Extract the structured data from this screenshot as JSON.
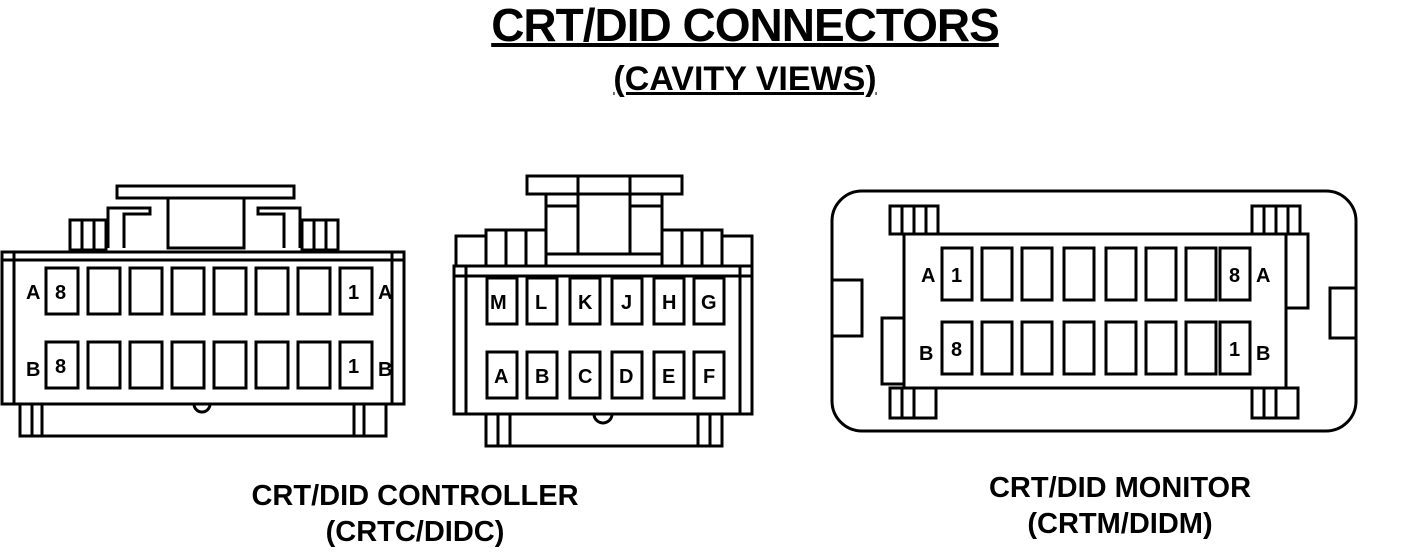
{
  "title": "CRT/DID CONNECTORS",
  "subtitle": "(CAVITY VIEWS)",
  "controller": {
    "caption_line1": "CRT/DID CONTROLLER",
    "caption_line2": "(CRTC/DIDC)",
    "connector_a": {
      "row_a": {
        "side_label_left": "A",
        "pin_left": "8",
        "pin_right": "1",
        "side_label_right": "A"
      },
      "row_b": {
        "side_label_left": "B",
        "pin_left": "8",
        "pin_right": "1",
        "side_label_right": "B"
      }
    },
    "connector_b": {
      "top_row": [
        "M",
        "L",
        "K",
        "J",
        "H",
        "G"
      ],
      "bottom_row": [
        "A",
        "B",
        "C",
        "D",
        "E",
        "F"
      ]
    }
  },
  "monitor": {
    "caption_line1": "CRT/DID MONITOR",
    "caption_line2": "(CRTM/DIDM)",
    "row_a": {
      "side_label_left": "A",
      "pin_left": "1",
      "pin_right": "8",
      "side_label_right": "A"
    },
    "row_b": {
      "side_label_left": "B",
      "pin_left": "8",
      "pin_right": "1",
      "side_label_right": "B"
    }
  }
}
